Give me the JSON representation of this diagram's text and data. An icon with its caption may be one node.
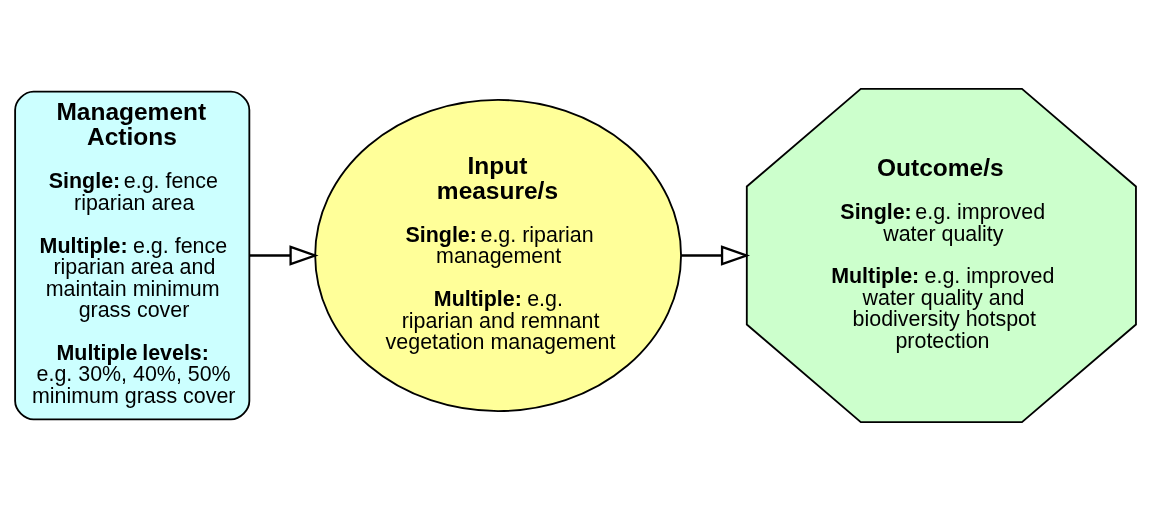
{
  "diagram": {
    "nodes": [
      {
        "text": [
          "Management Actions",
          "**Single:** e.g. fence riparian area",
          "**Multiple:** e.g. fence riparian area and maintain minimum grass cover",
          "**Multiple levels:** e.g. 30%, 40%, 50% minimum grass cover"
        ]
      },
      {
        "text": [
          "Input measure/s",
          "**Single:** e.g. riparian management",
          "**Multiple:** e.g. riparian and remnant vegetation management"
        ]
      },
      {
        "text": [
          "Outcome/s",
          "**Single:** e.g. improved water quality",
          "**Multiple:** e.g. improved water quality and biodiversity hotspot protection"
        ]
      }
    ],
    "edges": [
      {
        "from": 0,
        "to": 1,
        "arrow": "to"
      },
      {
        "from": 1,
        "to": 2,
        "arrow": "to"
      }
    ]
  }
}
